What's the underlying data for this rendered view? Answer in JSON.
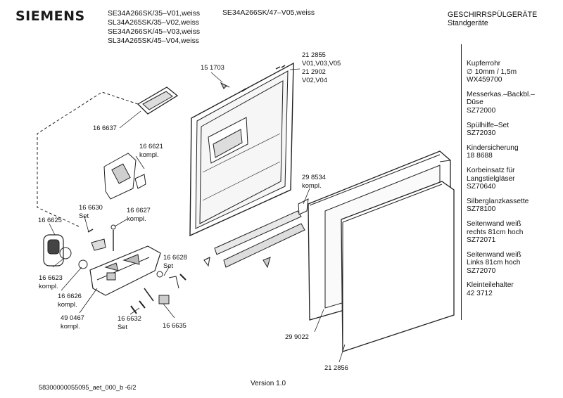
{
  "header": {
    "brand": "SIEMENS",
    "models_left": [
      "SE34A266SK/35–V01,weiss",
      "SL34A265SK/35–V02,weiss",
      "SE34A266SK/45–V03,weiss",
      "SL34A265SK/45–V04,weiss"
    ],
    "model_right": "SE34A266SK/47–V05,weiss",
    "category": "GESCHIRRSPÜLGERÄTE",
    "subcategory": "Standgeräte"
  },
  "accessories": [
    "Kupferrohr\n∅ 10mm / 1,5m\nWX459700",
    "Messerkas.–Backbl.–\nDüse\nSZ72000",
    "Spülhilfe–Set\nSZ72030",
    "Kindersicherung\n18 8688",
    "Korbeinsatz für\nLangstielgläser\nSZ70640",
    "Silberglanzkassette\nSZ78100",
    "Seitenwand weiß\nrechts 81cm hoch\nSZ72071",
    "Seitenwand weiß\nLinks 81cm hoch\nSZ72070",
    "Kleinteilehalter\n42 3712"
  ],
  "labels": {
    "l151703": "15 1703",
    "l212855": "21 2855",
    "lv01v03v05": "V01,V03,V05",
    "l212902": "21 2902",
    "lv02v04": "V02,V04",
    "l166637": "16 6637",
    "l166621": "16 6621",
    "lkompl1": "kompl.",
    "l298534": "29 8534",
    "lkompl2": "kompl.",
    "l166630": "16 6630",
    "lset1": "Set",
    "l166627": "16 6627",
    "lkompl3": "kompl.",
    "l166625": "16 6625",
    "l166628": "16 6628",
    "lset2": "Set",
    "l166623": "16 6623",
    "lkompl4": "kompl.",
    "l166626": "16 6626",
    "lkompl5": "kompl.",
    "l490467": "49 0467",
    "lkompl6": "kompl.",
    "l166632": "16 6632",
    "lset3": "Set",
    "l166635": "16 6635",
    "l299022": "29 9022",
    "l212856": "21 2856"
  },
  "footer": {
    "doc_id": "58300000055095_aet_000_b  -6/2",
    "version": "Version 1.0"
  }
}
